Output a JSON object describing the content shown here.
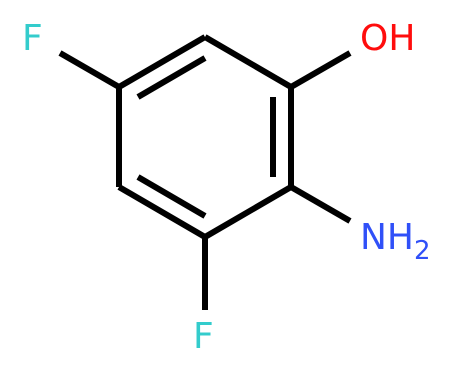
{
  "molecule": {
    "atoms": {
      "f_top_left": {
        "element": "F",
        "color": "#33cccc"
      },
      "hydroxyl": {
        "element": "OH",
        "color": "#ff0d0d"
      },
      "amino": {
        "element": "NH",
        "subscript": "2",
        "color": "#3050f8"
      },
      "f_bottom": {
        "element": "F",
        "color": "#33cccc"
      }
    },
    "bond_color": "#000000"
  }
}
